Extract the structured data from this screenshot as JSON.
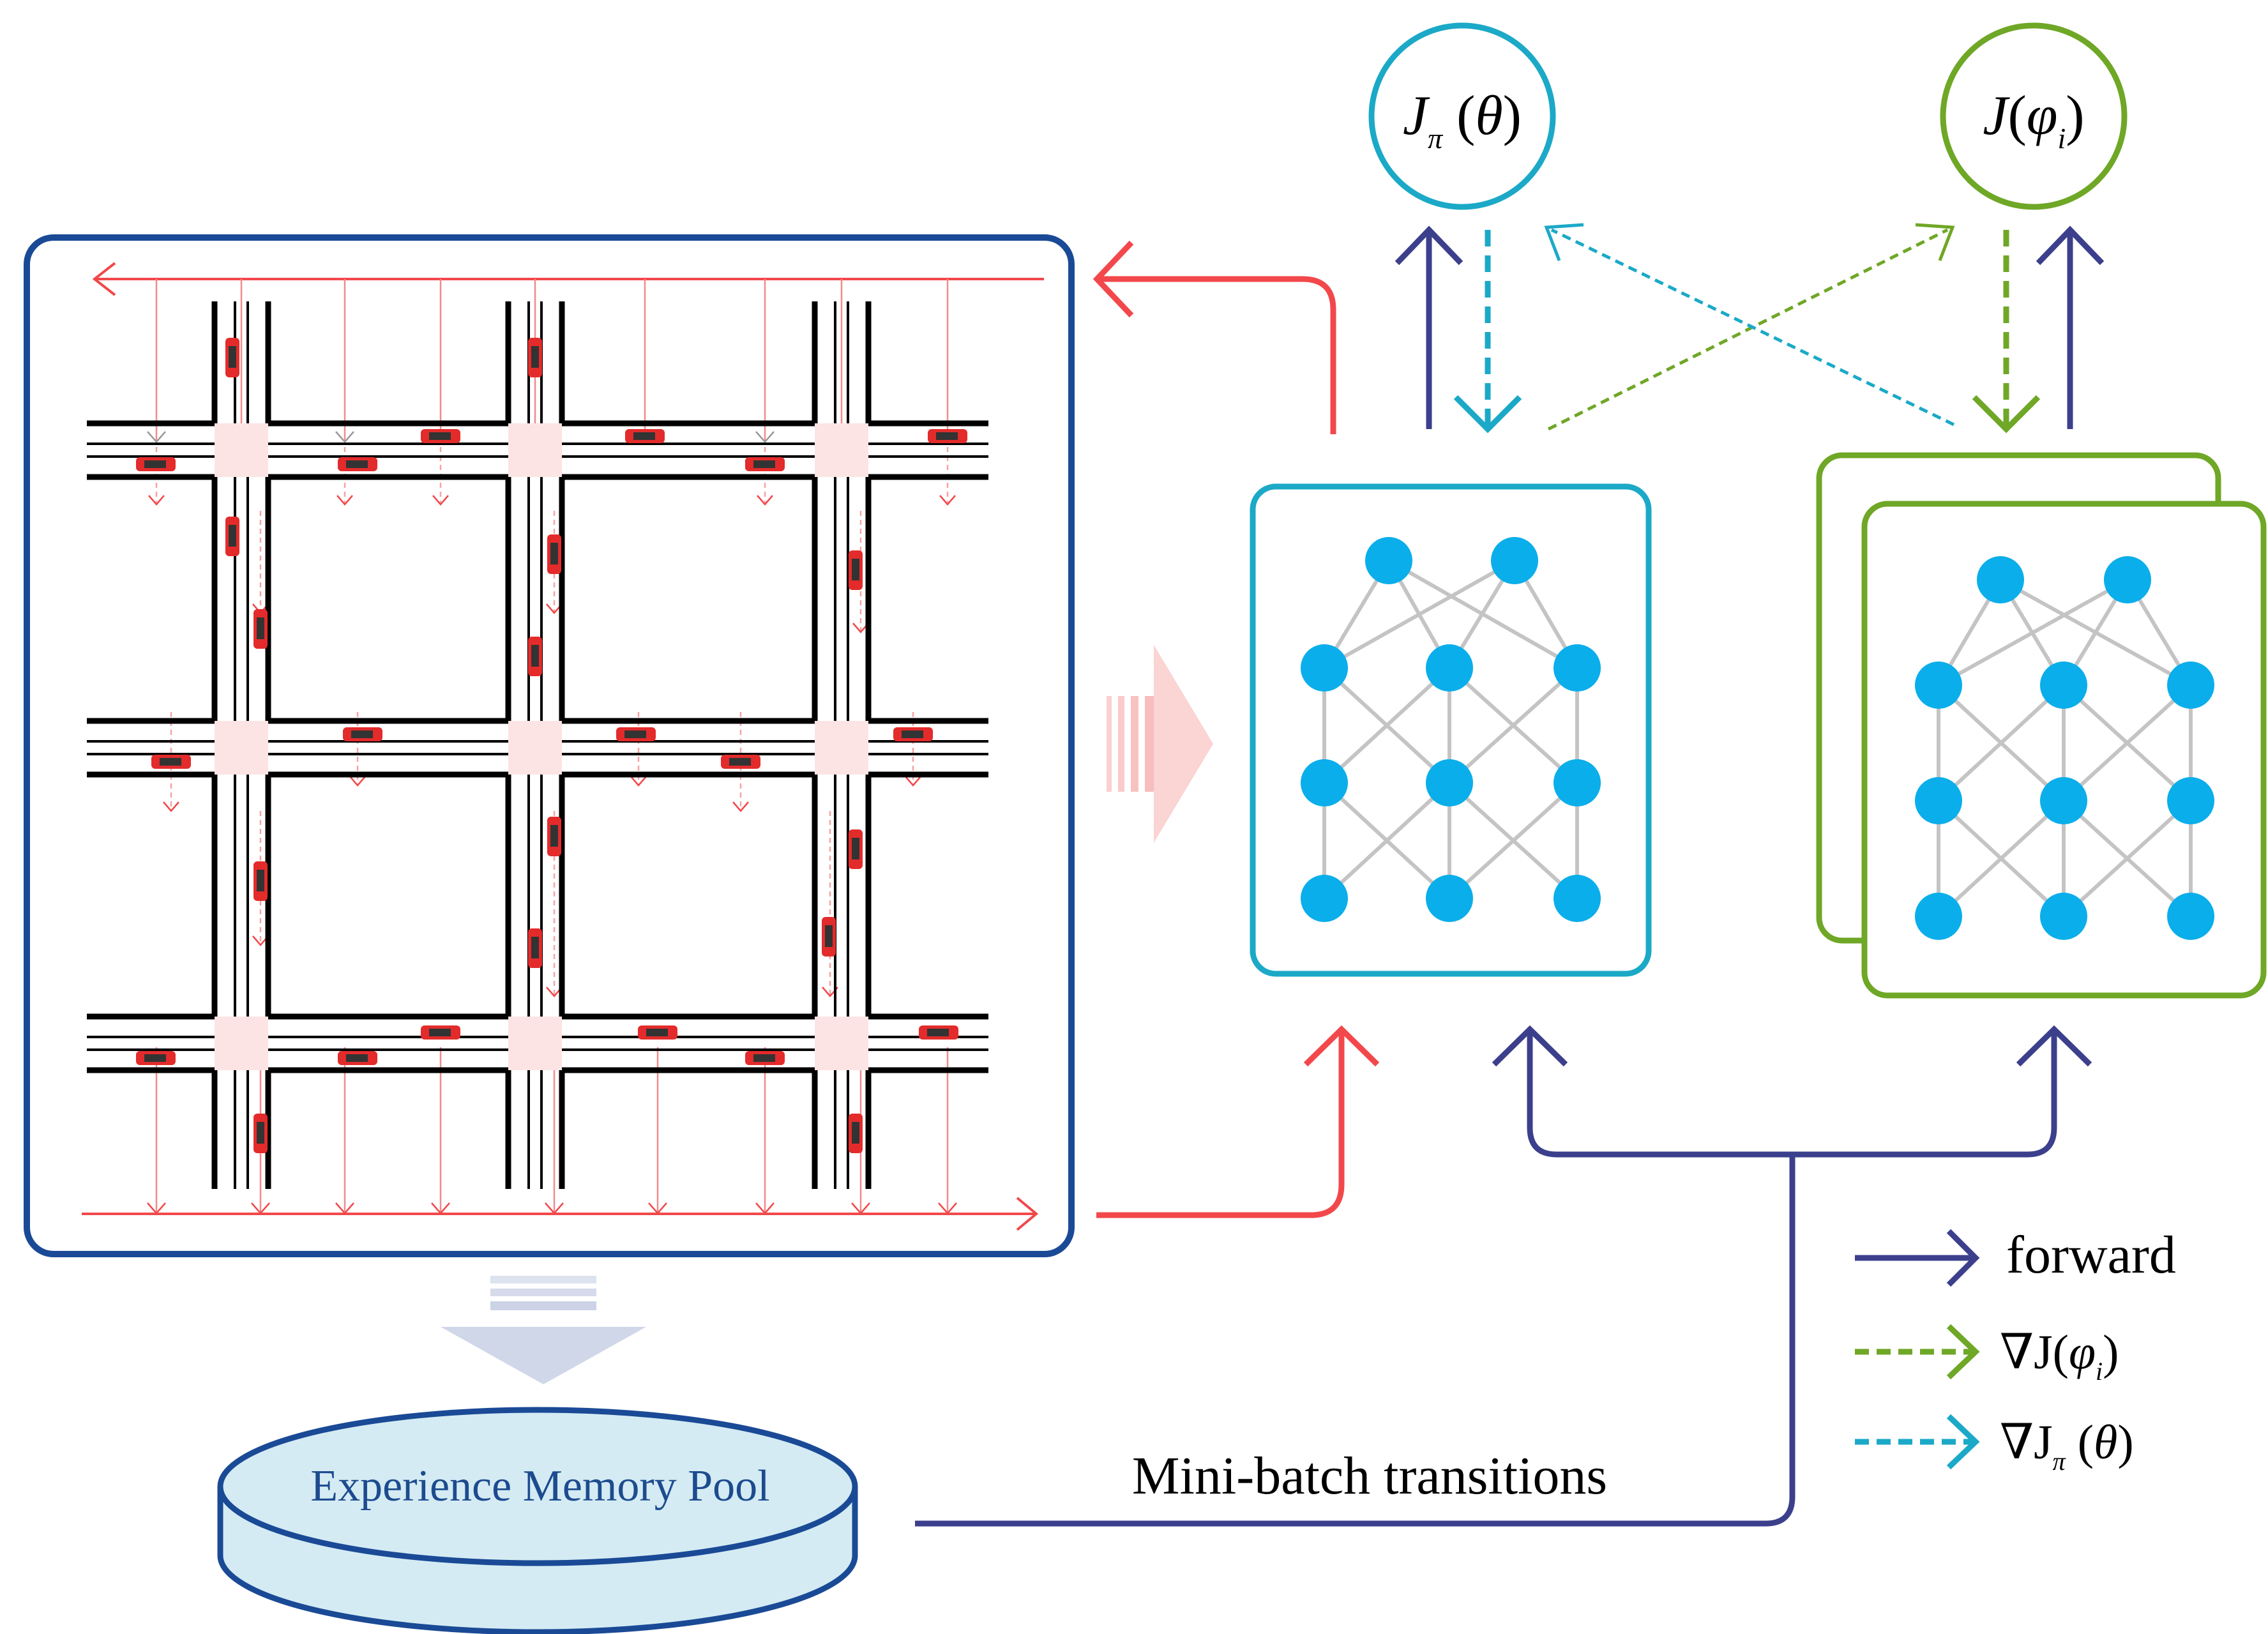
{
  "diagram": {
    "pool_label": "Experience Memory Pool",
    "minibatch_label": "Mini-batch transitions",
    "actor_objective": {
      "fn": "J",
      "sub": "π",
      "arg": "θ"
    },
    "critic_objective": {
      "fn": "J",
      "arg": "φ",
      "arg_sub": "i"
    }
  },
  "legend": {
    "forward_label": "forward",
    "grad_critic": {
      "prefix": "∇J",
      "arg": "φ",
      "arg_sub": "i"
    },
    "grad_actor": {
      "prefix": "∇J",
      "sub": "π",
      "arg": "θ"
    }
  },
  "colors": {
    "navy": "#3c3f8c",
    "frame_blue": "#1a4a96",
    "red": "#f2484b",
    "cyan": "#1ba9c7",
    "green": "#6fa726",
    "node": "#0aaeea",
    "edge_gray": "#c4c4c4",
    "car_red": "#e32b2b",
    "pool_fill": "#d4ebf3",
    "pool_text": "#1d4b8f"
  }
}
